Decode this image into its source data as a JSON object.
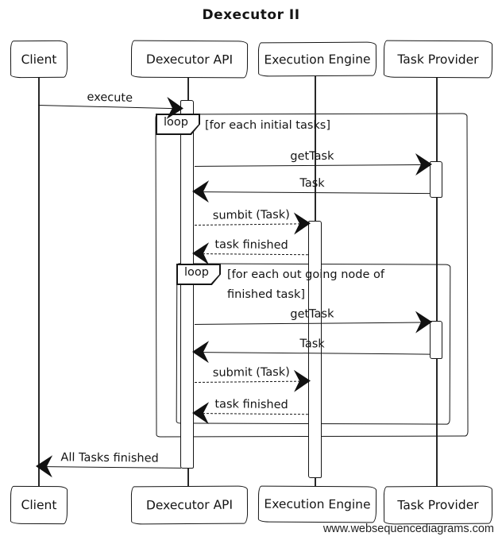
{
  "title": "Dexecutor II",
  "participants": [
    {
      "name": "Client"
    },
    {
      "name": "Dexecutor API"
    },
    {
      "name": "Execution Engine"
    },
    {
      "name": "Task Provider"
    }
  ],
  "loops": [
    {
      "keyword": "loop",
      "condition": "[for each initial tasks]"
    },
    {
      "keyword": "loop",
      "condition": "[for each out going node of finished task]"
    }
  ],
  "messages": [
    {
      "label": "execute",
      "from": "Client",
      "to": "Dexecutor API",
      "line": "solid"
    },
    {
      "label": "getTask",
      "from": "Dexecutor API",
      "to": "Task Provider",
      "line": "solid"
    },
    {
      "label": "Task",
      "from": "Task Provider",
      "to": "Dexecutor API",
      "line": "solid"
    },
    {
      "label": "sumbit (Task)",
      "from": "Dexecutor API",
      "to": "Execution Engine",
      "line": "dashed"
    },
    {
      "label": "task finished",
      "from": "Execution Engine",
      "to": "Dexecutor API",
      "line": "dashed"
    },
    {
      "label": "getTask",
      "from": "Dexecutor API",
      "to": "Task Provider",
      "line": "solid"
    },
    {
      "label": "Task",
      "from": "Task Provider",
      "to": "Dexecutor API",
      "line": "solid"
    },
    {
      "label": "submit (Task)",
      "from": "Dexecutor API",
      "to": "Execution Engine",
      "line": "dashed"
    },
    {
      "label": "task finished",
      "from": "Execution Engine",
      "to": "Dexecutor API",
      "line": "dashed"
    },
    {
      "label": "All Tasks finished",
      "from": "Dexecutor API",
      "to": "Client",
      "line": "solid"
    }
  ],
  "watermark": "www.websequencediagrams.com",
  "colors": {
    "line": "#161616",
    "background": "#ffffff"
  }
}
